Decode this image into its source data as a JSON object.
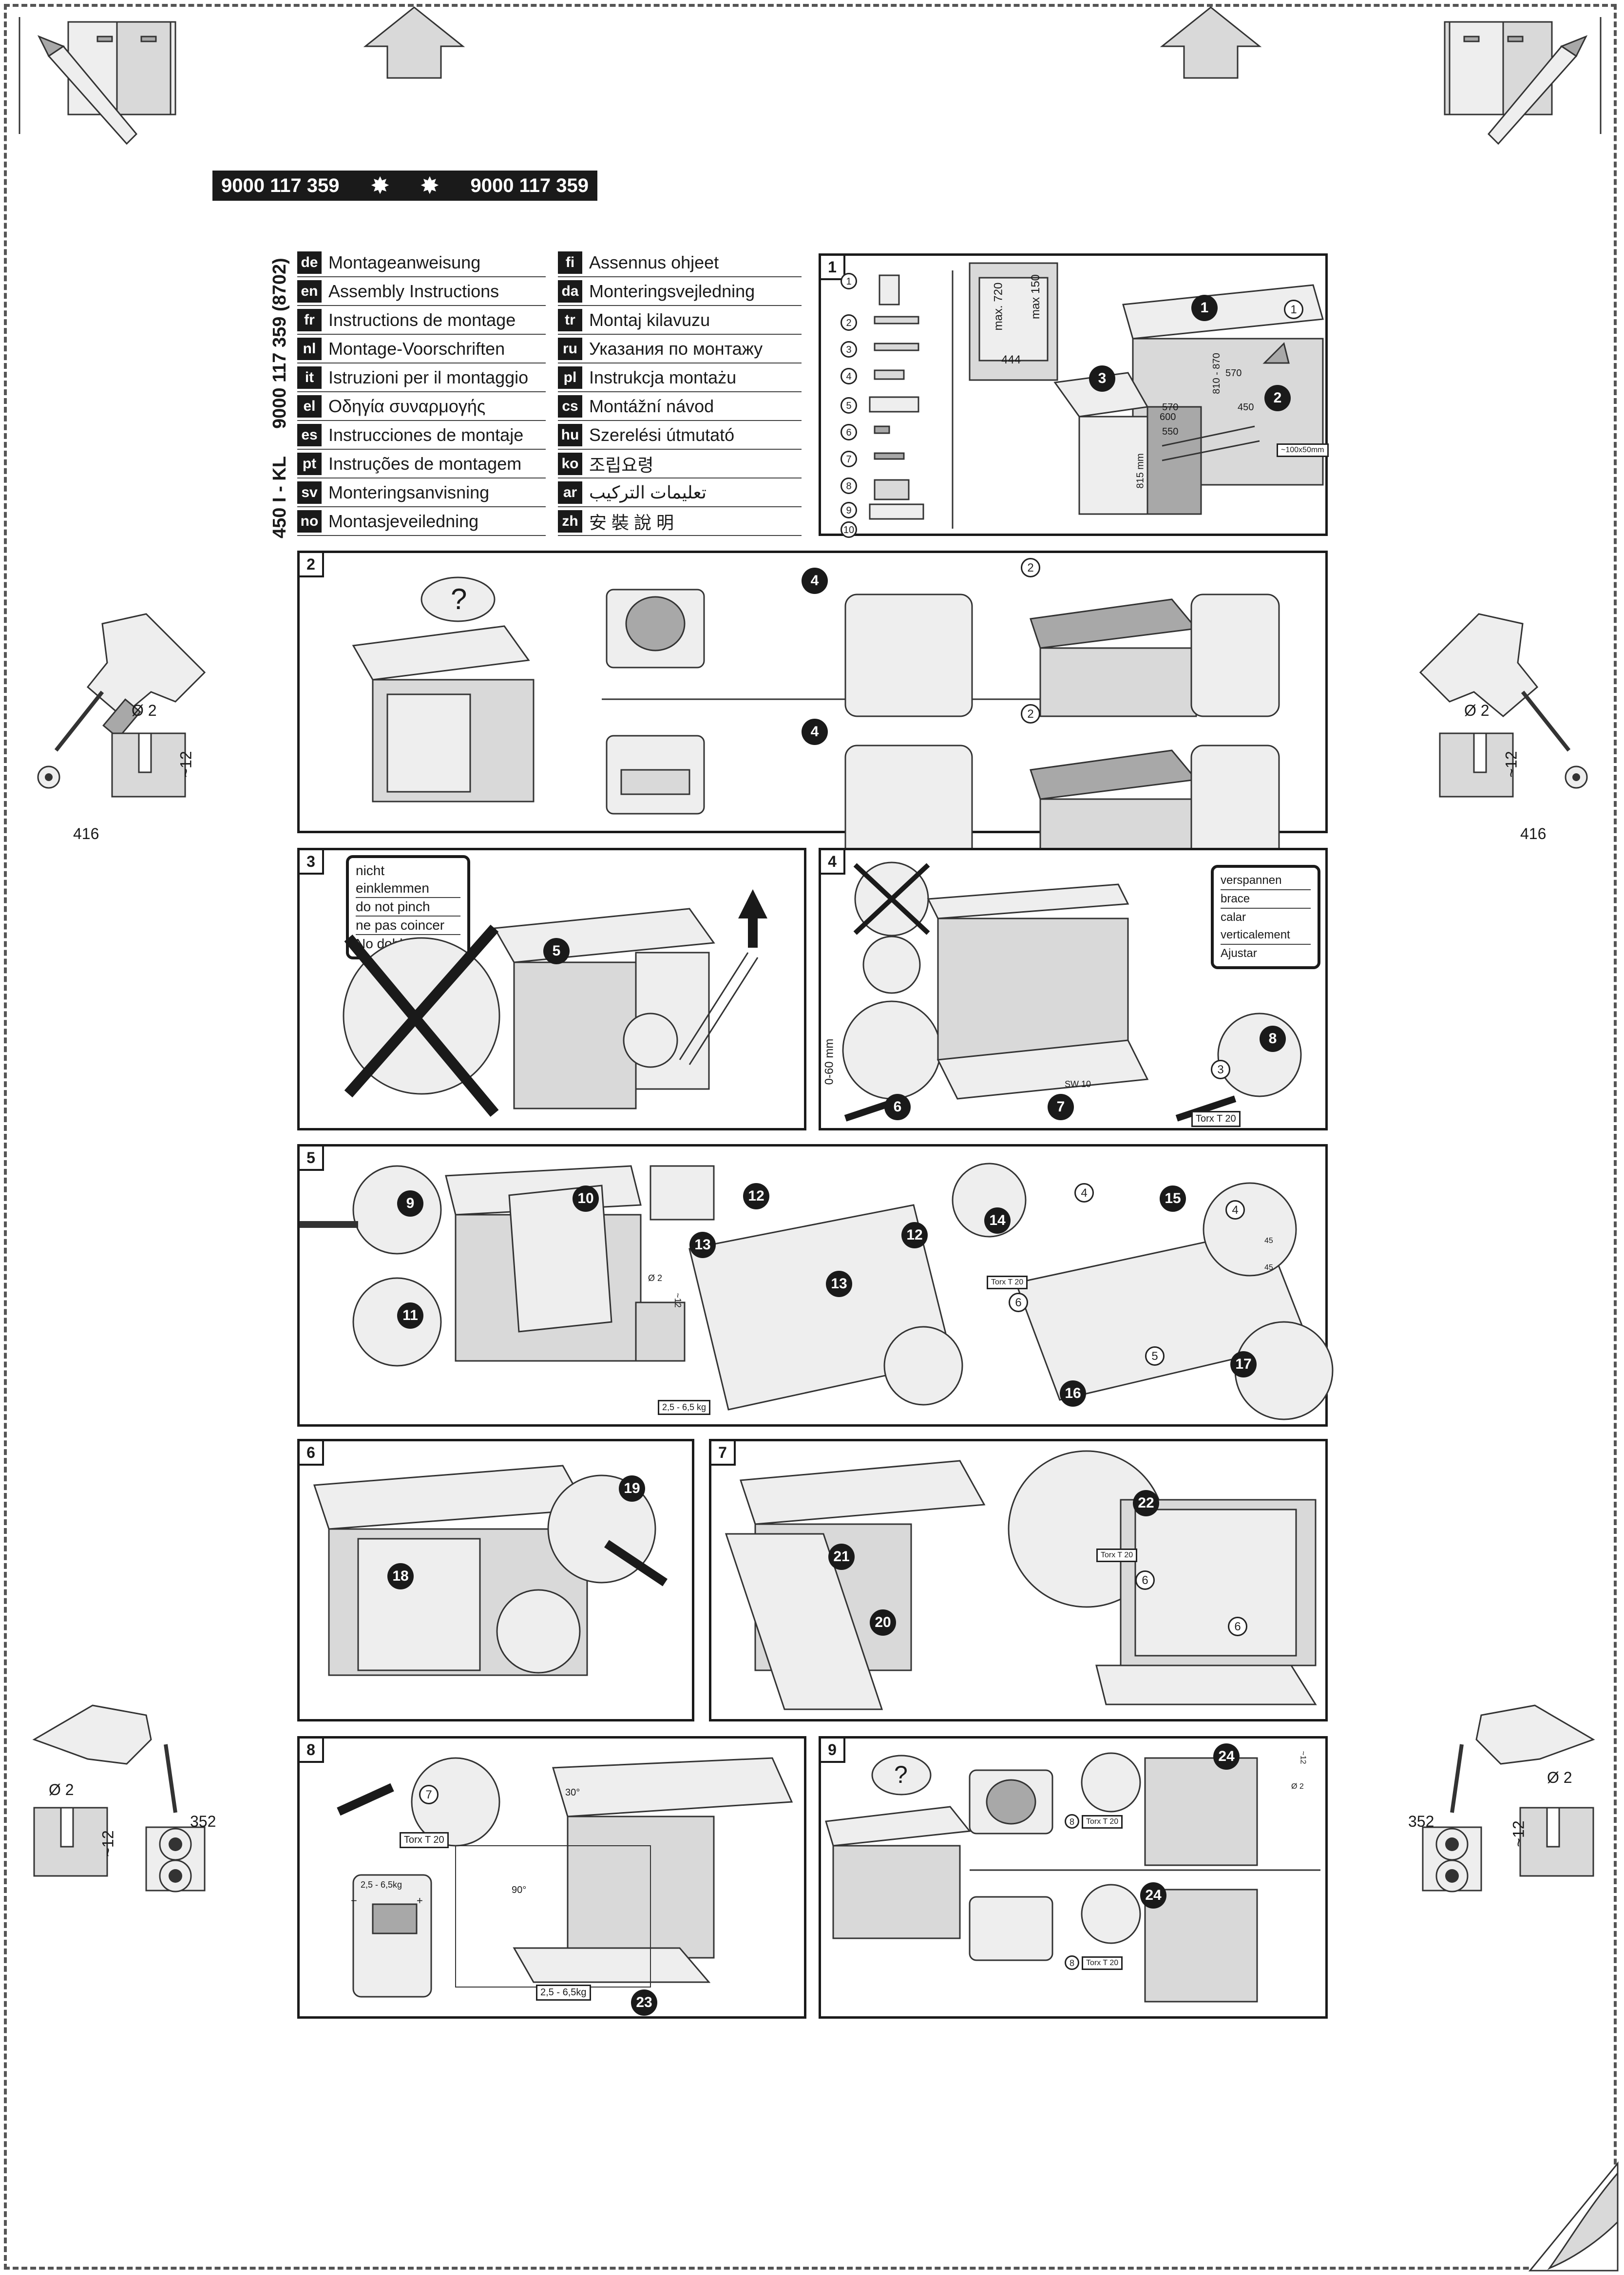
{
  "product": {
    "part_number_left": "9000 117 359",
    "part_number_right": "9000 117 359",
    "vertical_code": "9000 117 359 (8702)",
    "vertical_model": "450 I - KL"
  },
  "languages": {
    "left": [
      {
        "code": "de",
        "label": "Montageanweisung"
      },
      {
        "code": "en",
        "label": "Assembly Instructions"
      },
      {
        "code": "fr",
        "label": "Instructions de montage"
      },
      {
        "code": "nl",
        "label": "Montage-Voorschriften"
      },
      {
        "code": "it",
        "label": "Istruzioni per il montaggio"
      },
      {
        "code": "el",
        "label": "Οδηγία συναρμογής"
      },
      {
        "code": "es",
        "label": "Instrucciones de montaje"
      },
      {
        "code": "pt",
        "label": "Instruções de montagem"
      },
      {
        "code": "sv",
        "label": "Monteringsanvisning"
      },
      {
        "code": "no",
        "label": "Montasjeveiledning"
      }
    ],
    "right": [
      {
        "code": "fi",
        "label": "Assennus ohjeet"
      },
      {
        "code": "da",
        "label": "Monteringsvejledning"
      },
      {
        "code": "tr",
        "label": "Montaj kilavuzu"
      },
      {
        "code": "ru",
        "label": "Указания по монтажу"
      },
      {
        "code": "pl",
        "label": "Instrukcja montażu"
      },
      {
        "code": "cs",
        "label": "Montážní návod"
      },
      {
        "code": "hu",
        "label": "Szerelési útmutató"
      },
      {
        "code": "ko",
        "label": "조립요령"
      },
      {
        "code": "ar",
        "label": "تعليمات التركيب"
      },
      {
        "code": "zh",
        "label": "安 裝 說 明"
      }
    ]
  },
  "drill_guides": {
    "diameter": "Ø 2",
    "depth": "~12",
    "side_distance": "416",
    "bottom_distance": "352"
  },
  "panels": {
    "p1": {
      "number": "1",
      "parts": [
        "1",
        "2",
        "3",
        "4",
        "5",
        "6",
        "7",
        "8",
        "9",
        "10"
      ],
      "dims": {
        "max720": "max. 720",
        "max150": "max 150",
        "w444": "444",
        "h810": "810 - 870",
        "w570": "570",
        "w600": "600",
        "w550": "550",
        "w450": "450",
        "w570b": "570",
        "h815": "815 mm",
        "hole": "~100x50mm"
      },
      "callouts": [
        "1",
        "2",
        "3"
      ],
      "ref": "1"
    },
    "p2": {
      "number": "2",
      "question": "?",
      "callouts": [
        "4",
        "4"
      ],
      "refs": [
        "2",
        "2"
      ]
    },
    "p3": {
      "number": "3",
      "callout": "5",
      "note": [
        "nicht einklemmen",
        "do not pinch",
        "ne pas coincer",
        "No doblar"
      ]
    },
    "p4": {
      "number": "4",
      "callouts": [
        "6",
        "7",
        "8"
      ],
      "ref": "3",
      "note": [
        "verspannen",
        "brace",
        "calar verticalement",
        "Ajustar"
      ],
      "dim": "0-60 mm",
      "sw": "SW 10",
      "torx": "Torx T 20"
    },
    "p5": {
      "number": "5",
      "callouts": [
        "9",
        "10",
        "11",
        "12",
        "13",
        "12",
        "13",
        "14",
        "15",
        "16",
        "17"
      ],
      "refs": [
        "4",
        "4",
        "6",
        "5"
      ],
      "torx": "Torx T 20",
      "weight": "2,5 - 6,5 kg",
      "drill_d": "Ø 2",
      "drill_depth": "~12",
      "d45a": "45",
      "d45b": "45"
    },
    "p6": {
      "number": "6",
      "callouts": [
        "18",
        "19"
      ]
    },
    "p7": {
      "number": "7",
      "callouts": [
        "20",
        "21",
        "22"
      ],
      "refs": [
        "6",
        "6"
      ],
      "torx": "Torx T 20"
    },
    "p8": {
      "number": "8",
      "callout": "23",
      "ref": "7",
      "torx": "Torx T 20",
      "weight_range": "2,5 - 6,5kg",
      "weight": "2,5 - 6,5kg",
      "angle30": "30°",
      "angle90": "90°",
      "minus": "−",
      "plus": "+"
    },
    "p9": {
      "number": "9",
      "question": "?",
      "callouts": [
        "24",
        "24"
      ],
      "refs": [
        "8",
        "8"
      ],
      "torx_a": "Torx T 20",
      "torx_b": "Torx T 20",
      "d": "Ø 2",
      "depth": "~12"
    }
  },
  "colors": {
    "ink": "#1a1a1a",
    "panel_gray": "#d9d9d9",
    "dark_gray": "#a8a8a8"
  }
}
